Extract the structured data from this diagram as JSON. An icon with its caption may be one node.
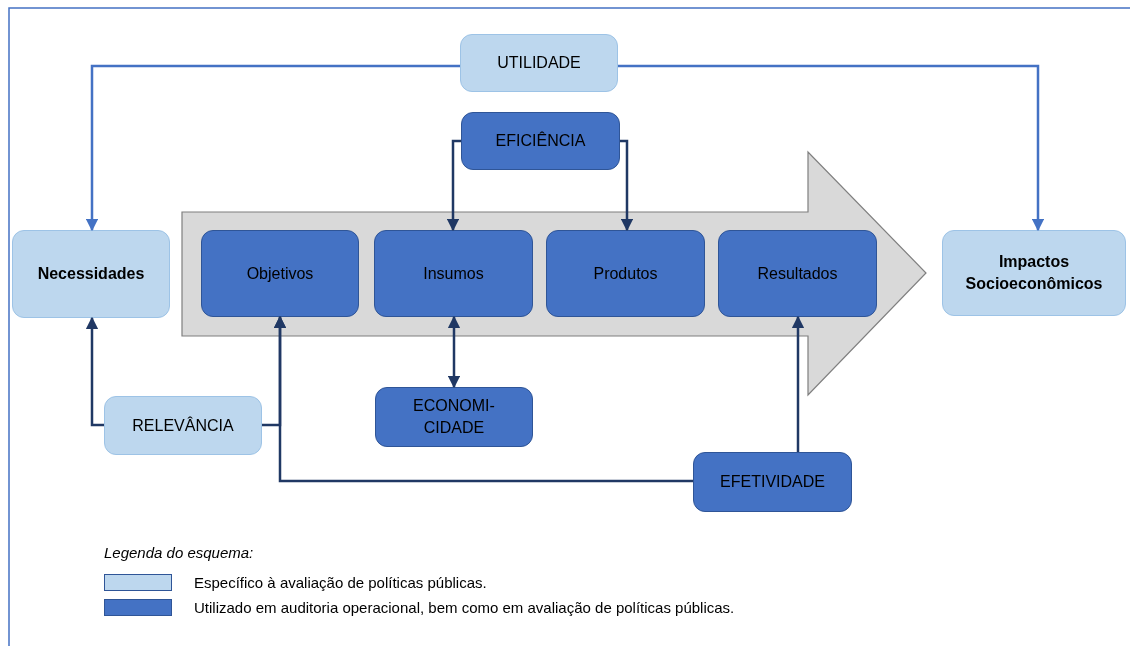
{
  "diagram": {
    "nodes": [
      {
        "text": [
          "UTILIDADE"
        ]
      },
      {
        "text": [
          "EFICIÊNCIA"
        ]
      },
      {
        "text": [
          "Necessidades"
        ]
      },
      {
        "text": [],
        "shape": "arrow"
      },
      {
        "text": [
          "Objetivos"
        ],
        "in": 3
      },
      {
        "text": [
          "Insumos"
        ],
        "in": 3
      },
      {
        "text": [
          "Produtos"
        ],
        "in": 3
      },
      {
        "text": [
          "Resultados"
        ],
        "in": 3
      },
      {
        "text": [
          "Impactos Socioeconômicos"
        ]
      },
      {
        "text": [
          "RELEVÂNCIA"
        ]
      },
      {
        "text": [
          "ECONOMI- CIDADE"
        ]
      },
      {
        "text": [
          "EFETIVIDADE"
        ]
      }
    ],
    "edges": [
      {
        "from": 0,
        "to": 2,
        "arrow": "to",
        "color": "#4472c4"
      },
      {
        "from": 0,
        "to": 8,
        "arrow": "to",
        "color": "#4472c4"
      },
      {
        "from": 1,
        "to": 5,
        "arrow": "to"
      },
      {
        "from": 1,
        "to": 6,
        "arrow": "to"
      },
      {
        "from": 5,
        "to": 10,
        "arrow": "both"
      },
      {
        "from": 9,
        "to": 2,
        "arrow": "to"
      },
      {
        "from": 9,
        "to": 4,
        "arrow": "to"
      },
      {
        "from": 11,
        "to": 4,
        "arrow": "to"
      },
      {
        "from": 11,
        "to": 7,
        "arrow": "to"
      }
    ],
    "labels": [
      "Legenda do esquema:"
    ],
    "legend": [
      {
        "text": "Específico à avaliação de políticas públicas.",
        "color": "#bdd7ee"
      },
      {
        "text": "Utilizado em auditoria operacional, bem como em avaliação de políticas públicas.",
        "color": "#4472c4"
      }
    ]
  }
}
